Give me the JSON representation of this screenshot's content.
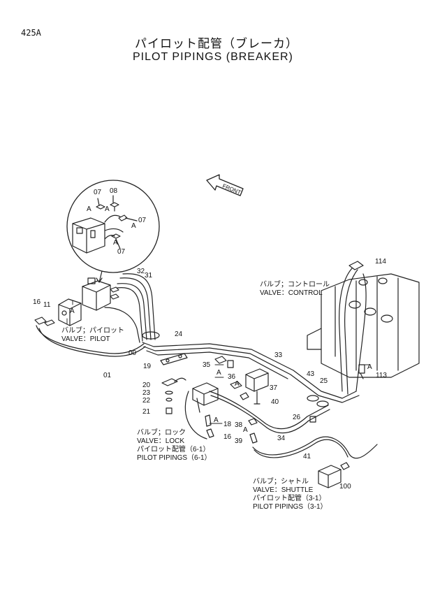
{
  "page_number": "425A",
  "title_jp": "パイロット配管（ブレーカ）",
  "title_en": "PILOT PIPINGS (BREAKER)",
  "front_label": "FRONT",
  "callouts": {
    "valve_control": [
      "バルブ；コントロール",
      "VALVE：CONTROL"
    ],
    "valve_pilot": [
      "バルブ；パイロット",
      "VALVE：PILOT"
    ],
    "valve_lock": [
      "バルブ；ロック",
      "VALVE：LOCK",
      "パイロット配管（6-1）",
      "PILOT PIPINGS（6-1）"
    ],
    "valve_shuttle": [
      "バルブ；シャトル",
      "VALVE：SHUTTLE",
      "パイロット配管（3-1）",
      "PILOT PIPINGS（3-1）"
    ]
  },
  "part_numbers": {
    "n07a": "07",
    "n08": "08",
    "n07b": "07",
    "n07c": "07",
    "n32": "32",
    "n31": "31",
    "n16a": "16",
    "n11": "11",
    "n24": "24",
    "n00": "00",
    "n19": "19",
    "n01": "01",
    "n20": "20",
    "n23": "23",
    "n22": "22",
    "n21": "21",
    "n18": "18",
    "n16b": "16",
    "n35": "35",
    "n36": "36",
    "n37": "37",
    "n40": "40",
    "n33": "33",
    "n43": "43",
    "n25": "25",
    "n26": "26",
    "n38": "38",
    "n39": "39",
    "n34": "34",
    "n41": "41",
    "n100": "100",
    "n114": "114",
    "n113": "113"
  },
  "detail_letter": "A"
}
